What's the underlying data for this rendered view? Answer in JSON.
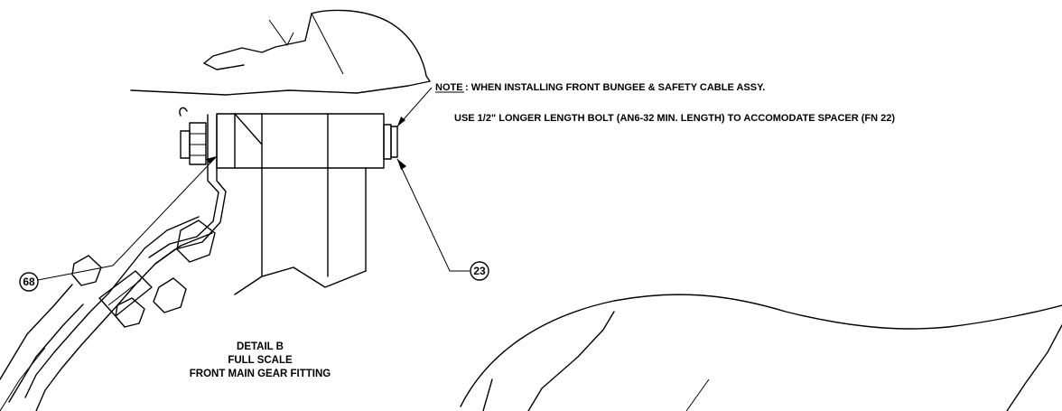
{
  "note": {
    "label": "NOTE",
    "line1": " :  WHEN INSTALLING  FRONT BUNGEE & SAFETY CABLE ASSY.",
    "line2": "USE 1/2\" LONGER LENGTH BOLT (AN6-32 MIN. LENGTH) TO ACCOMODATE SPACER (FN 22)"
  },
  "callouts": {
    "left": "68",
    "right": "23"
  },
  "detail": {
    "line1": "DETAIL B",
    "line2": "FULL SCALE",
    "line3": "FRONT MAIN GEAR FITTING"
  }
}
